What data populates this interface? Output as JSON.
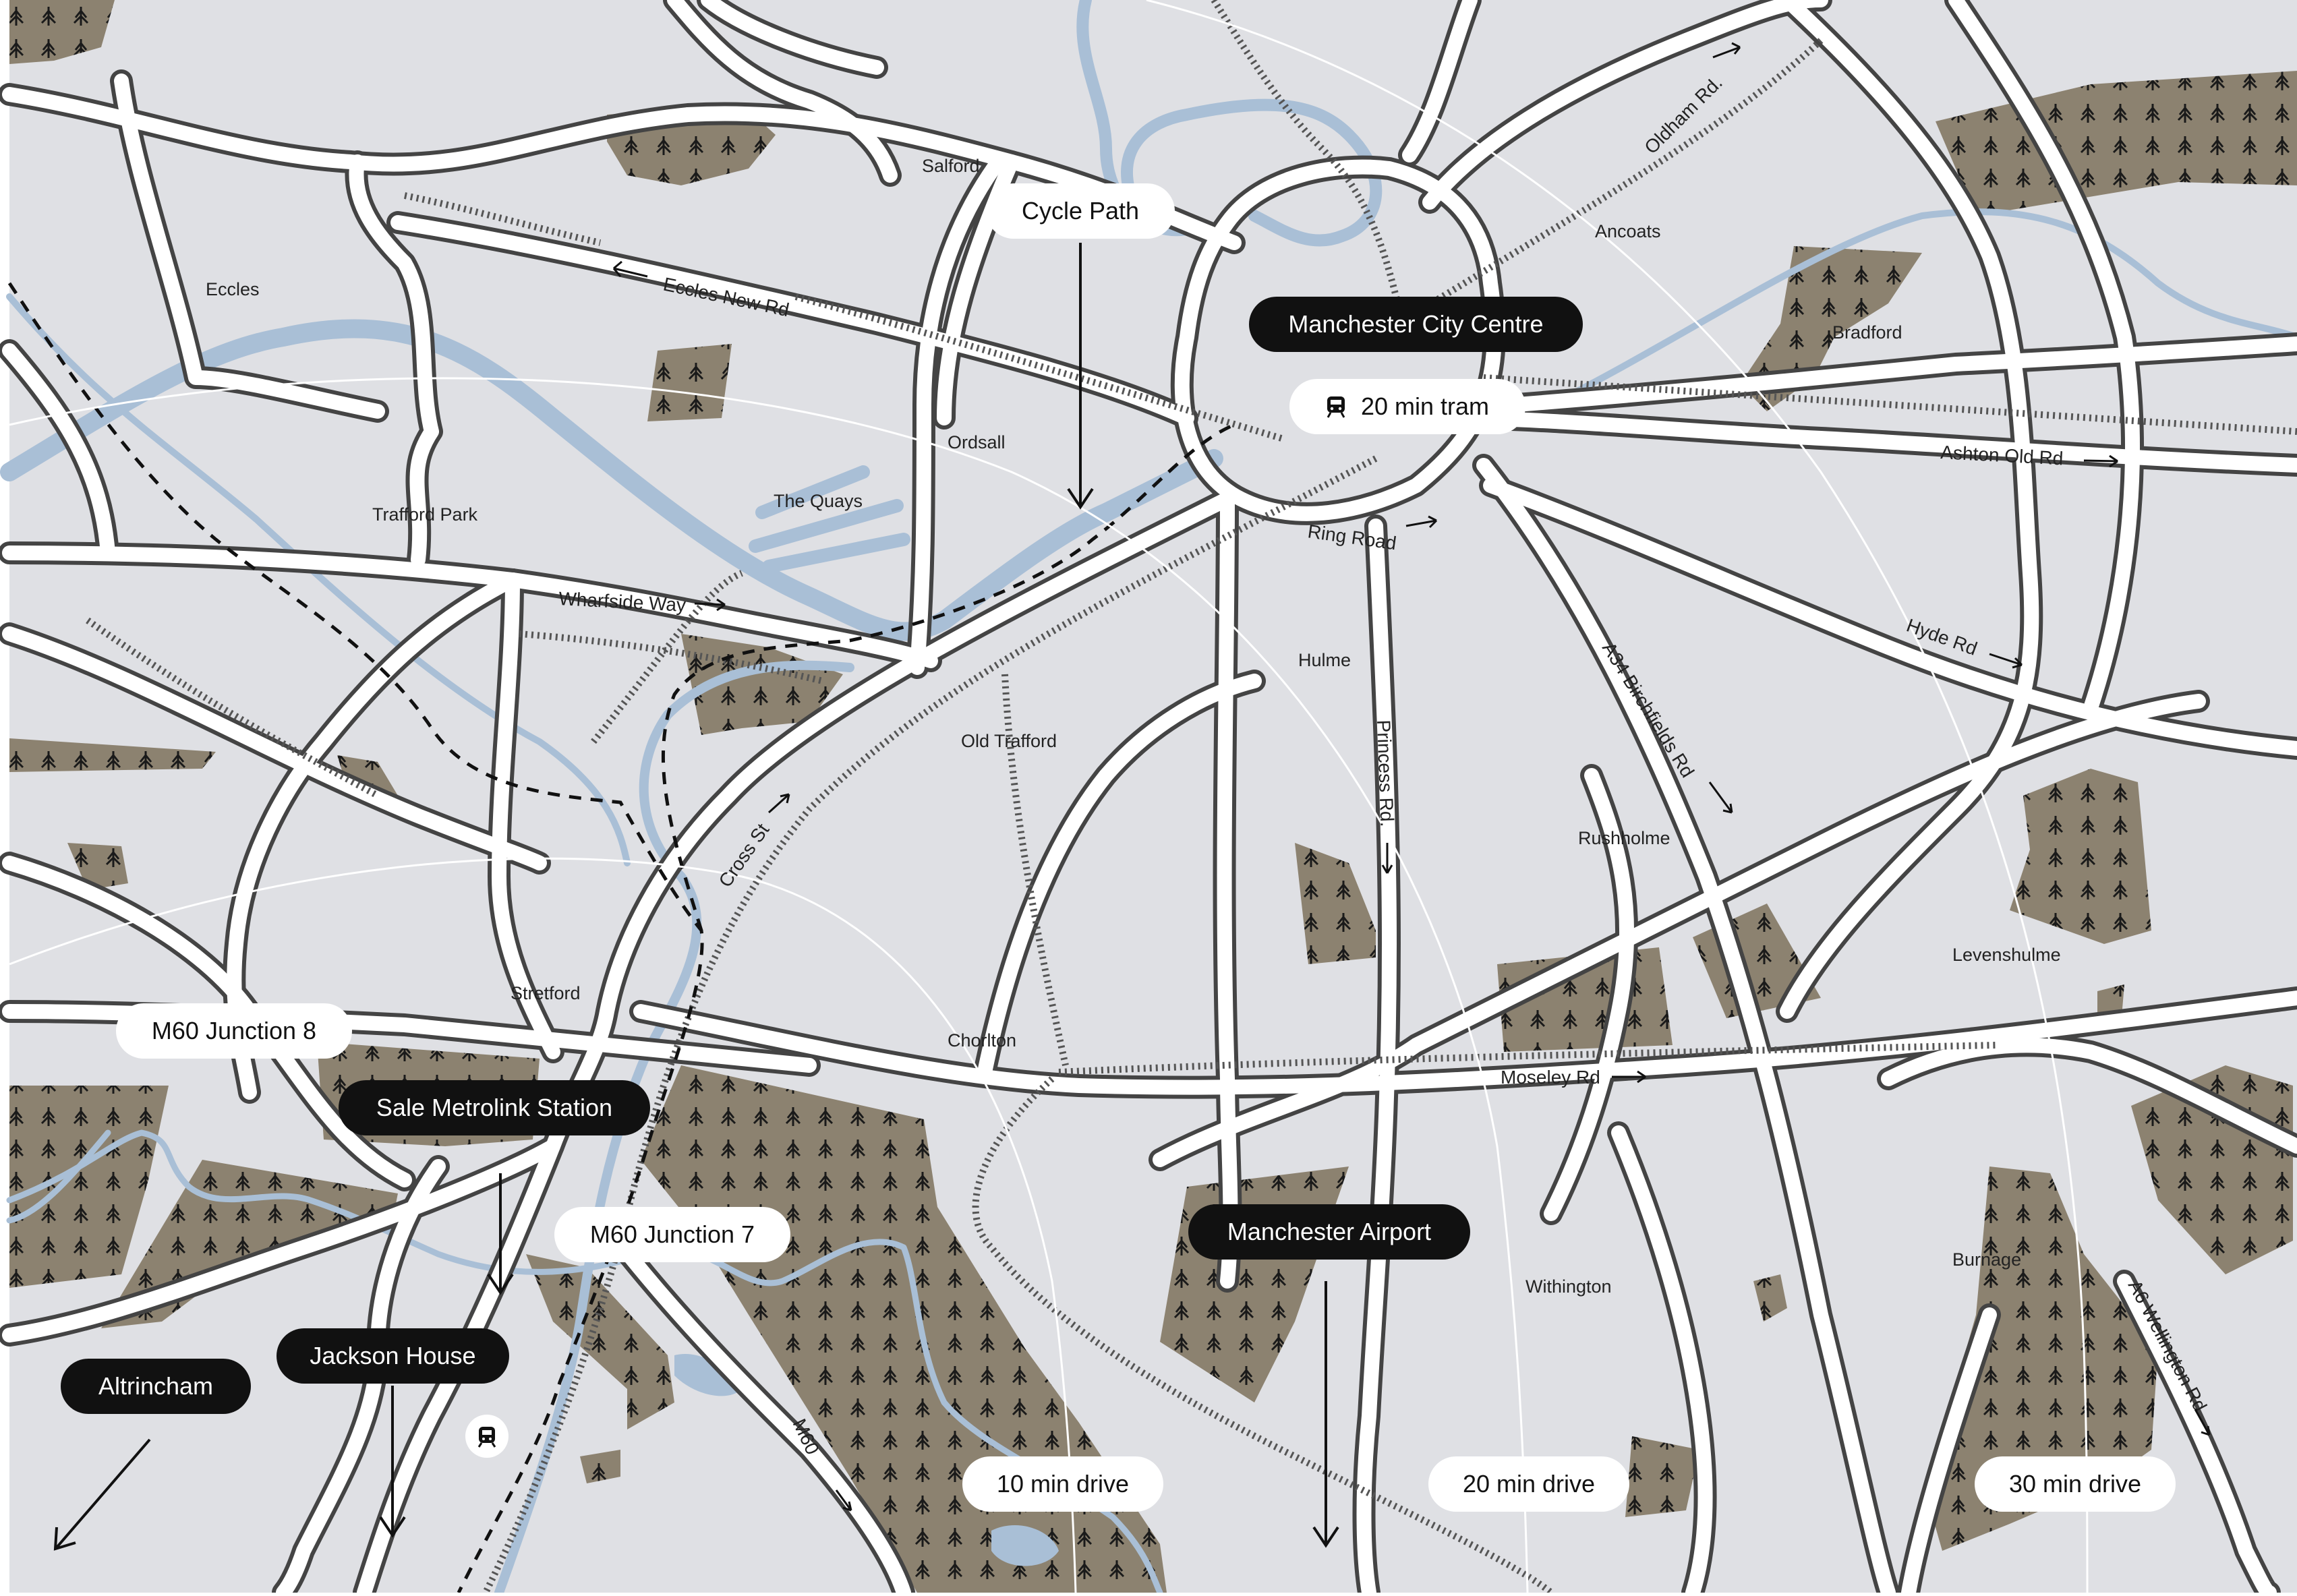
{
  "map": {
    "places": {
      "salford": "Salford",
      "eccles": "Eccles",
      "ancoats": "Ancoats",
      "bradford": "Bradford",
      "ordsall": "Ordsall",
      "the_quays": "The Quays",
      "trafford_park": "Trafford Park",
      "hulme": "Hulme",
      "old_trafford": "Old Trafford",
      "rushholme": "Rushholme",
      "levenshulme": "Levenshulme",
      "stretford": "Stretford",
      "chorlton": "Chorlton",
      "withington": "Withington",
      "burnage": "Burnage"
    },
    "roads": {
      "eccles_new_rd": "Eccles New Rd",
      "oldham_rd": "Oldham Rd.",
      "ashton_old_rd": "Ashton Old Rd",
      "ring_road": "Ring Road",
      "hyde_rd": "Hyde Rd",
      "wharfside_way": "Wharfside Way",
      "a34": "A34 Birchfields Rd",
      "princess_rd": "Princess Rd.",
      "cross_st": "Cross St",
      "moseley_rd": "Moseley Rd",
      "m60": "M60",
      "a6": "A6 Wellington Rd"
    },
    "callouts": {
      "cycle_path": "Cycle Path",
      "city_centre": "Manchester City Centre",
      "tram_20": "20 min tram",
      "m60_j8": "M60 Junction 8",
      "sale_metrolink": "Sale Metrolink Station",
      "m60_j7": "M60 Junction 7",
      "manchester_airport": "Manchester Airport",
      "altrincham": "Altrincham",
      "jackson_house": "Jackson House",
      "drive_10": "10 min drive",
      "drive_20": "20 min drive",
      "drive_30": "30 min drive"
    },
    "colors": {
      "land": "#dfe0e4",
      "road": "#ffffff",
      "road_outline": "#444444",
      "water": "#a9bfd6",
      "park": "#8c8270",
      "callout_dark": "#111111",
      "callout_light": "#ffffff"
    },
    "icons": [
      "tram-icon",
      "arrow-icon",
      "tree-icon"
    ]
  }
}
